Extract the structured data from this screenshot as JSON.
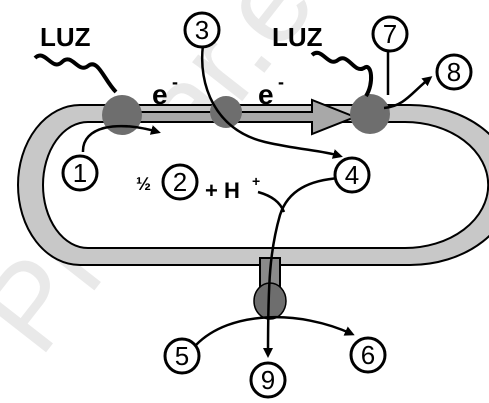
{
  "labels": {
    "luz_left": "LUZ",
    "luz_right": "LUZ",
    "electron_1": "e",
    "electron_2": "e",
    "electron_sign": "-",
    "half": "½",
    "plus_h": "+ H",
    "h_sign": "+"
  },
  "numbers": [
    "1",
    "2",
    "3",
    "4",
    "5",
    "6",
    "7",
    "8",
    "9"
  ],
  "watermark": "Probar.es",
  "colors": {
    "membrane_fill": "#c8c8c8",
    "complex_fill": "#6e6e6e",
    "arrow_fill": "#a8a8a8",
    "ink": "#000000",
    "watermark": "#e9e9e9"
  }
}
